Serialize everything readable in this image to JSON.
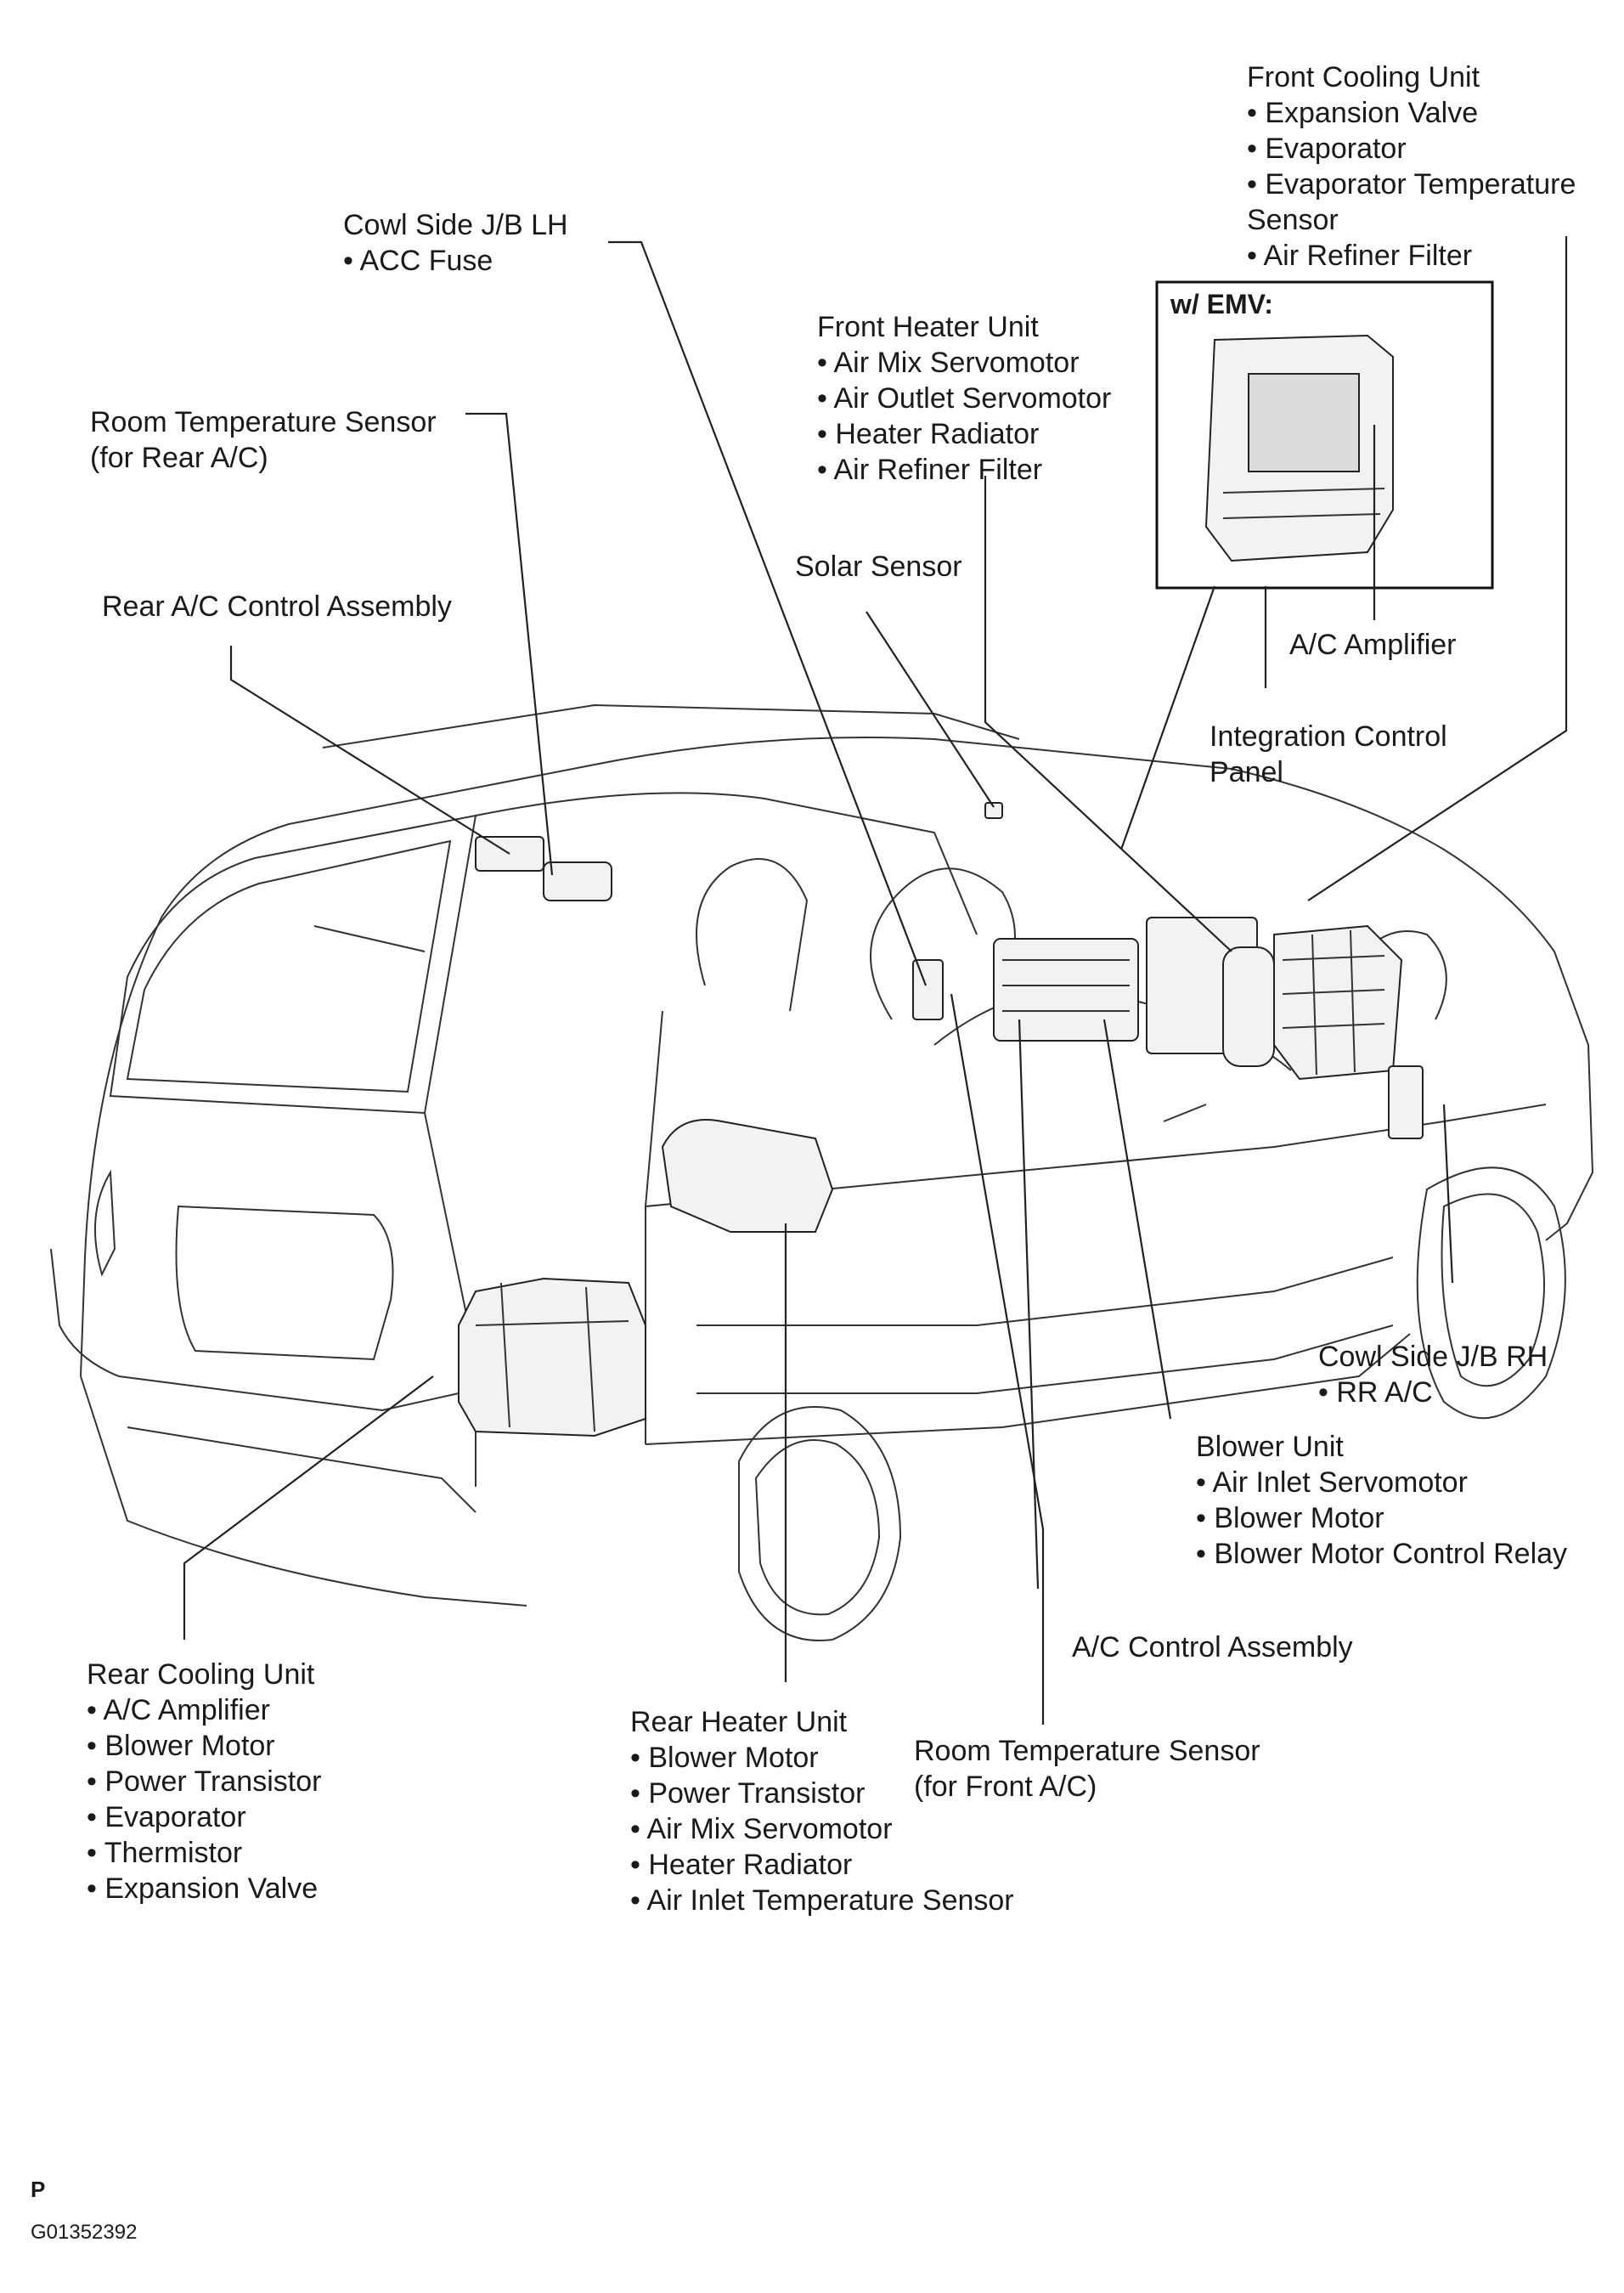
{
  "emv_box": {
    "title": "w/ EMV:"
  },
  "labels": {
    "front_cooling_unit": [
      "Front Cooling Unit",
      "• Expansion Valve",
      "• Evaporator",
      "• Evaporator Temperature",
      "Sensor",
      "• Air Refiner Filter"
    ],
    "cowl_side_jb_lh": [
      "Cowl Side J/B LH",
      "• ACC Fuse"
    ],
    "front_heater_unit": [
      "Front Heater Unit",
      "• Air Mix Servomotor",
      "• Air Outlet Servomotor",
      "• Heater Radiator",
      "• Air Refiner Filter"
    ],
    "room_temp_sensor_rear": [
      "Room Temperature Sensor",
      "(for Rear A/C)"
    ],
    "solar_sensor": [
      "Solar Sensor"
    ],
    "rear_ac_control_assembly": [
      "Rear A/C Control Assembly"
    ],
    "ac_amplifier": [
      "A/C Amplifier"
    ],
    "integration_control_panel": [
      "Integration Control",
      "Panel"
    ],
    "cowl_side_jb_rh": [
      "Cowl Side J/B RH",
      "• RR A/C"
    ],
    "blower_unit": [
      "Blower Unit",
      "• Air Inlet Servomotor",
      "• Blower Motor",
      "• Blower Motor Control Relay"
    ],
    "ac_control_assembly": [
      "A/C Control Assembly"
    ],
    "rear_cooling_unit": [
      "Rear Cooling Unit",
      "• A/C Amplifier",
      "• Blower Motor",
      "• Power Transistor",
      "• Evaporator",
      "• Thermistor",
      "• Expansion Valve"
    ],
    "rear_heater_unit": [
      "Rear Heater Unit",
      "• Blower Motor",
      "• Power Transistor",
      "• Air Mix Servomotor",
      "• Heater Radiator",
      "• Air Inlet Temperature Sensor"
    ],
    "room_temp_sensor_front": [
      "Room Temperature Sensor",
      "(for Front A/C)"
    ]
  },
  "footer": {
    "page_letter": "P",
    "figure_code": "G01352392"
  }
}
